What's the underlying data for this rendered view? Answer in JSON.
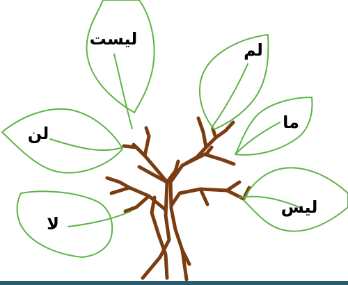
{
  "colors": {
    "leaf": "#5db347",
    "trunk": "#7a3c10",
    "text": "#000000",
    "bottom_bar": "#2a5a6e"
  },
  "leaves": [
    {
      "id": "laysat",
      "word": "ليست"
    },
    {
      "id": "lam",
      "word": "لم"
    },
    {
      "id": "lan",
      "word": "لن"
    },
    {
      "id": "ma",
      "word": "ما"
    },
    {
      "id": "laysa",
      "word": "ليس"
    },
    {
      "id": "la",
      "word": "لا"
    }
  ]
}
